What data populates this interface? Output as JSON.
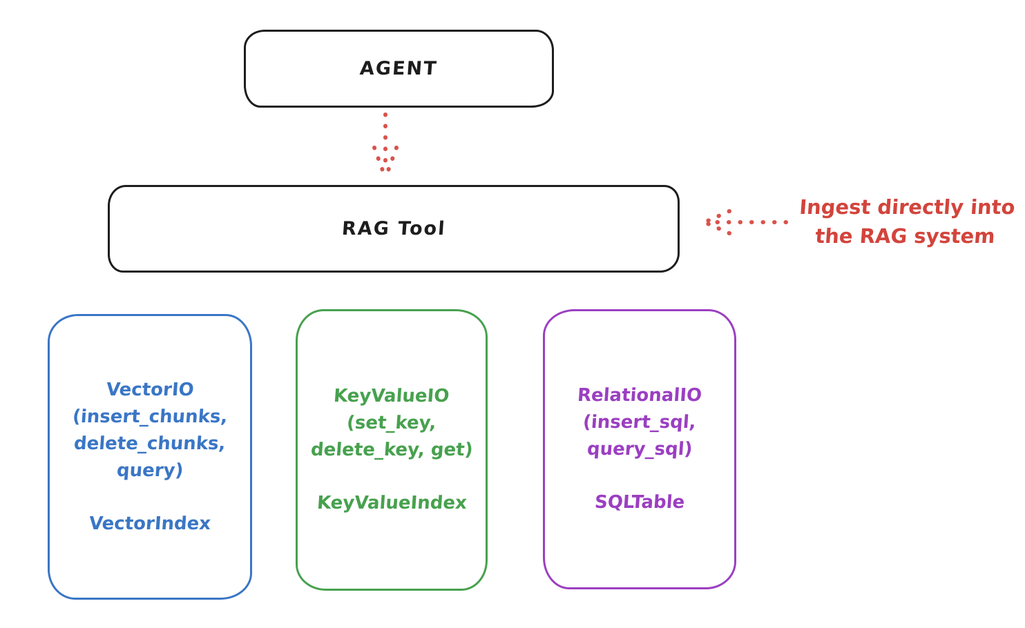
{
  "diagram": {
    "background": "#ffffff",
    "colors": {
      "stroke_black": "#1d1d1d",
      "red": "#d2443c",
      "blue": "#3a76c5",
      "green": "#47a14e",
      "purple": "#9b3fc1"
    },
    "nodes": {
      "agent": {
        "label": "AGENT"
      },
      "rag_tool": {
        "label": "RAG Tool"
      },
      "vector": {
        "lines": [
          "VectorIO",
          "(insert_chunks,",
          "delete_chunks,",
          "query)"
        ],
        "index_label": "VectorIndex",
        "color": "#3a76c5"
      },
      "keyvalue": {
        "lines": [
          "KeyValueIO",
          "(set_key,",
          "delete_key, get)"
        ],
        "index_label": "KeyValueIndex",
        "color": "#47a14e"
      },
      "relational": {
        "lines": [
          "RelationalIO",
          "(insert_sql,",
          "query_sql)"
        ],
        "index_label": "SQLTable",
        "color": "#9b3fc1"
      }
    },
    "annotation": {
      "lines": [
        "Ingest directly into",
        "the RAG system"
      ],
      "color": "#d2443c"
    },
    "connectors": {
      "agent_to_rag": {
        "style": "dotted",
        "direction": "down",
        "color": "#d9534c"
      },
      "annotation_to_rag": {
        "style": "dotted",
        "direction": "left",
        "color": "#d9534c"
      }
    }
  }
}
